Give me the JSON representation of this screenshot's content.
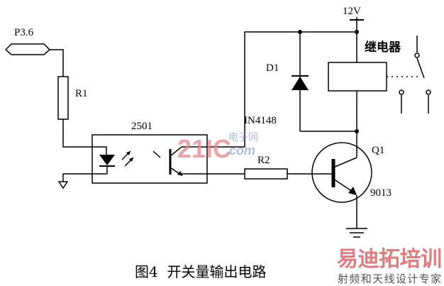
{
  "labels": {
    "port": "P3.6",
    "r1": "R1",
    "optocoupler": "2501",
    "r2": "R2",
    "supply": "12V",
    "d1": "D1",
    "diode_part": "IN4148",
    "relay": "继电器",
    "q1": "Q1",
    "transistor_part": "9013"
  },
  "caption": "图4  开关量输出电路",
  "watermarks": {
    "site_logo": "21IC",
    "site_cn": "电子网",
    "site_com": ".com",
    "brand": "易迪拓培训",
    "brand_sub": "射频和天线设计专家"
  },
  "colors": {
    "watermark_red": "#e8868a",
    "watermark_blue": "#8fa8d8"
  }
}
